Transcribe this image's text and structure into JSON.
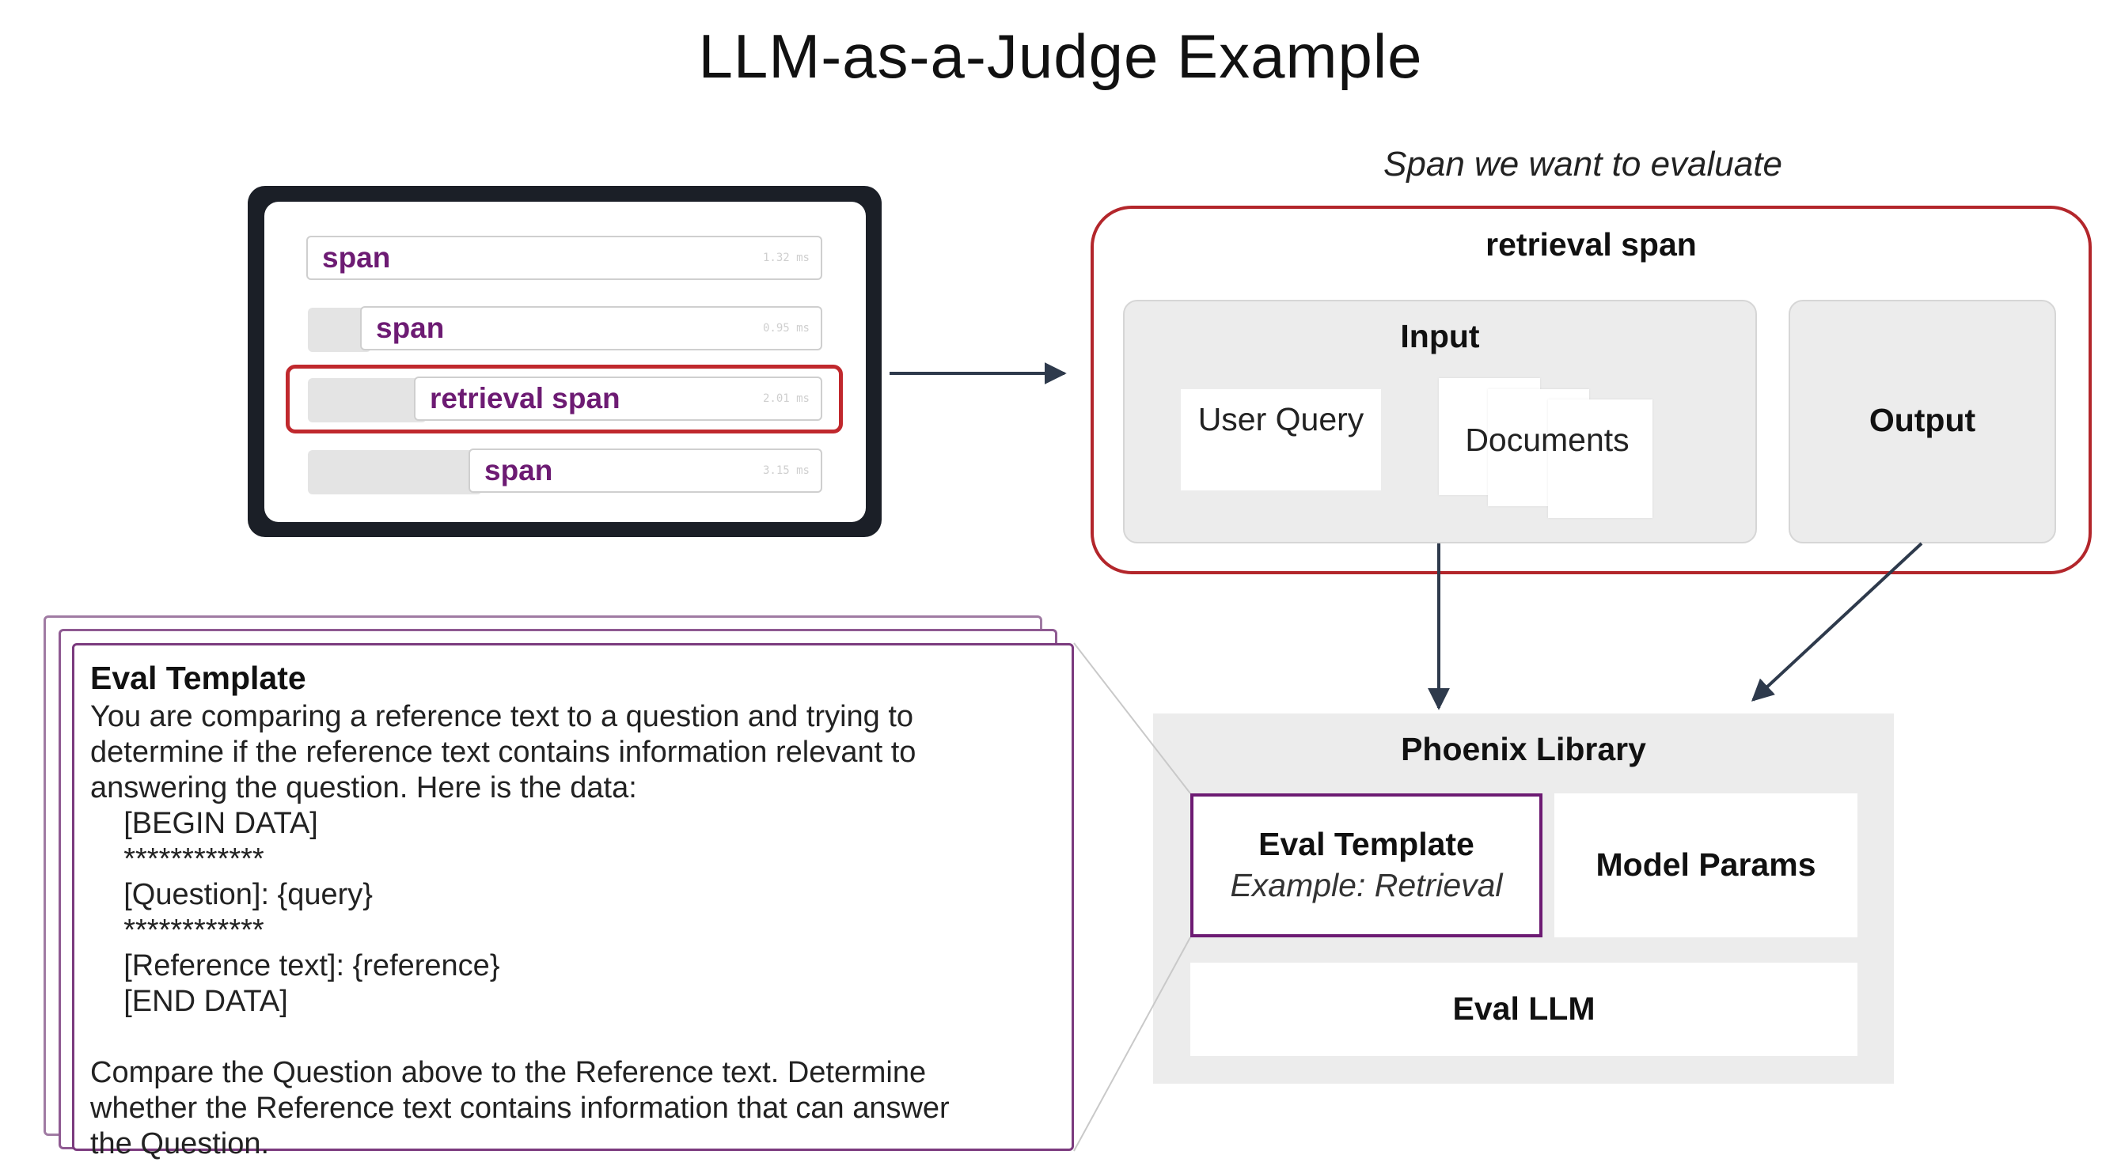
{
  "title": "LLM-as-a-Judge Example",
  "trace": {
    "spans": [
      {
        "label": "span",
        "time": "1.32 ms"
      },
      {
        "label": "span",
        "time": "0.95 ms"
      },
      {
        "label": "retrieval span",
        "time": "2.01 ms"
      },
      {
        "label": "span",
        "time": "3.15 ms"
      }
    ]
  },
  "span_box": {
    "caption": "Span we want to evaluate",
    "title": "retrieval span",
    "input_label": "Input",
    "user_query": "User Query",
    "documents": "Documents",
    "output_label": "Output"
  },
  "phoenix": {
    "title": "Phoenix Library",
    "eval_template_title": "Eval Template",
    "eval_template_subtitle": "Example: Retrieval",
    "model_params": "Model Params",
    "eval_llm": "Eval LLM"
  },
  "template_card": {
    "heading": "Eval Template",
    "body": "You are comparing a reference text to a question and trying to\ndetermine if the reference text contains information relevant to\nanswering the question. Here is the data:\n    [BEGIN DATA]\n    ************\n    [Question]: {query}\n    ************\n    [Reference text]: {reference}\n    [END DATA]\n\nCompare the Question above to the Reference text. Determine\nwhether the Reference text contains information that can answer\nthe Question."
  },
  "colors": {
    "accent_red": "#b3262b",
    "accent_purple": "#6d1b73",
    "dark": "#1b1f27",
    "panel_gray": "#ececec"
  }
}
